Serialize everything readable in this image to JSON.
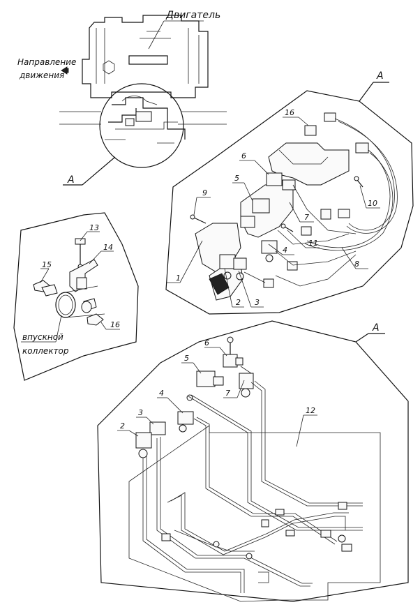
{
  "top_view": {
    "engine_label": "Двигатель",
    "direction_label_line1": "Направление",
    "direction_label_line2": "движения",
    "view_marker": "A"
  },
  "detail_a_upper": {
    "view_marker": "A",
    "callouts": [
      "16",
      "6",
      "5",
      "9",
      "7",
      "10",
      "11",
      "4",
      "1",
      "2",
      "3",
      "8"
    ]
  },
  "manifold_detail": {
    "callouts": [
      "13",
      "14",
      "15",
      "16"
    ],
    "caption_line1": "впускной",
    "caption_line2": "коллектор"
  },
  "detail_a_lower": {
    "view_marker": "A",
    "callouts": [
      "6",
      "5",
      "7",
      "4",
      "3",
      "2",
      "12"
    ]
  }
}
